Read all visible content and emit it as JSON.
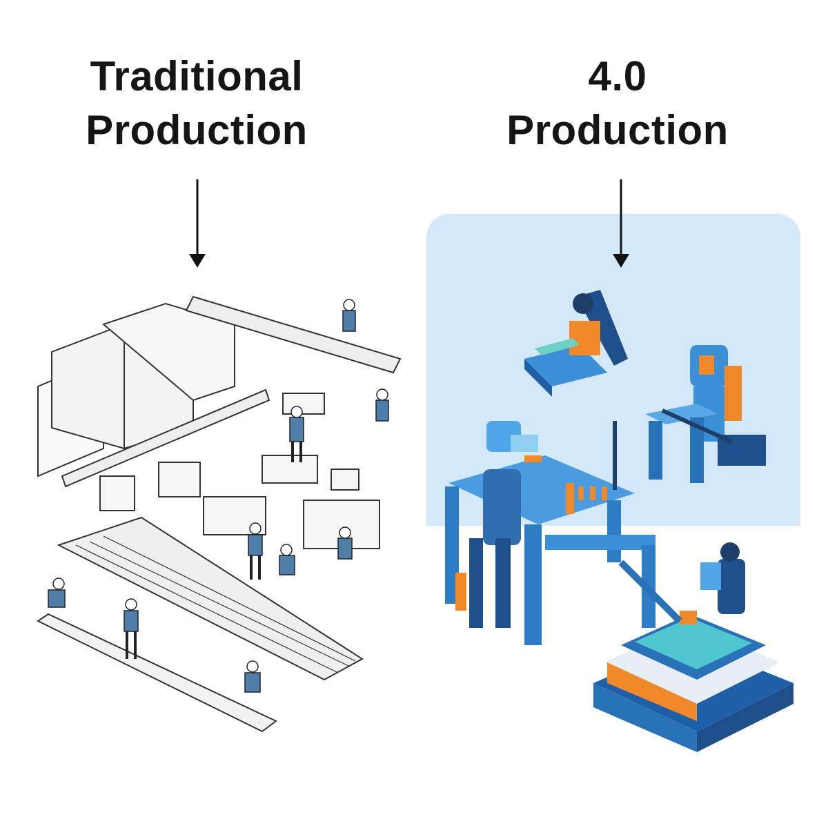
{
  "left": {
    "title_line1": "Traditional",
    "title_line2": "Production"
  },
  "right": {
    "title_line1": "4.0",
    "title_line2": "Production"
  },
  "colors": {
    "panel": "#d3e8f9",
    "blue": "#3b8fd6",
    "dark_blue": "#1f5fa8",
    "orange": "#f0892a",
    "sketch": "#333333"
  }
}
